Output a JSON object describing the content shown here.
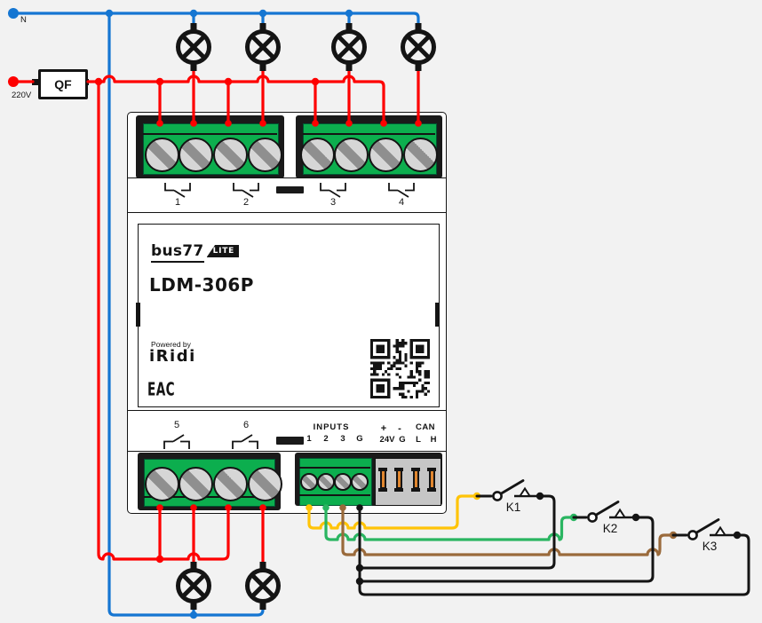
{
  "power": {
    "neutral_label": "N",
    "phase_label": "220V",
    "breaker_label": "QF"
  },
  "device": {
    "brand": "bus77",
    "brand_tag": "LITE",
    "model": "LDM-306P",
    "powered_by": "Powered by",
    "powered_by_brand": "iRidi",
    "cert_mark": "EAC",
    "relay_contacts_top": [
      {
        "label": "1"
      },
      {
        "label": "2"
      },
      {
        "label": "3"
      },
      {
        "label": "4"
      }
    ],
    "relay_contacts_bottom": [
      {
        "label": "5"
      },
      {
        "label": "6"
      }
    ],
    "inputs": {
      "title": "INPUTS",
      "terminals": [
        "1",
        "2",
        "3",
        "G"
      ]
    },
    "power_terminals": {
      "plus": "+",
      "minus": "-",
      "v24": "24V",
      "gnd": "G"
    },
    "can": {
      "title": "CAN",
      "l": "L",
      "h": "H"
    }
  },
  "switches": [
    {
      "label": "K1"
    },
    {
      "label": "K2"
    },
    {
      "label": "K3"
    }
  ],
  "colors": {
    "neutral": "#1576d2",
    "phase": "#fe0000",
    "input1": "#ffc408",
    "input2": "#2ab561",
    "input3": "#9a6a3b",
    "black": "#141414",
    "terminal_green": "#0cae4e",
    "background": "#f2f2f2"
  }
}
